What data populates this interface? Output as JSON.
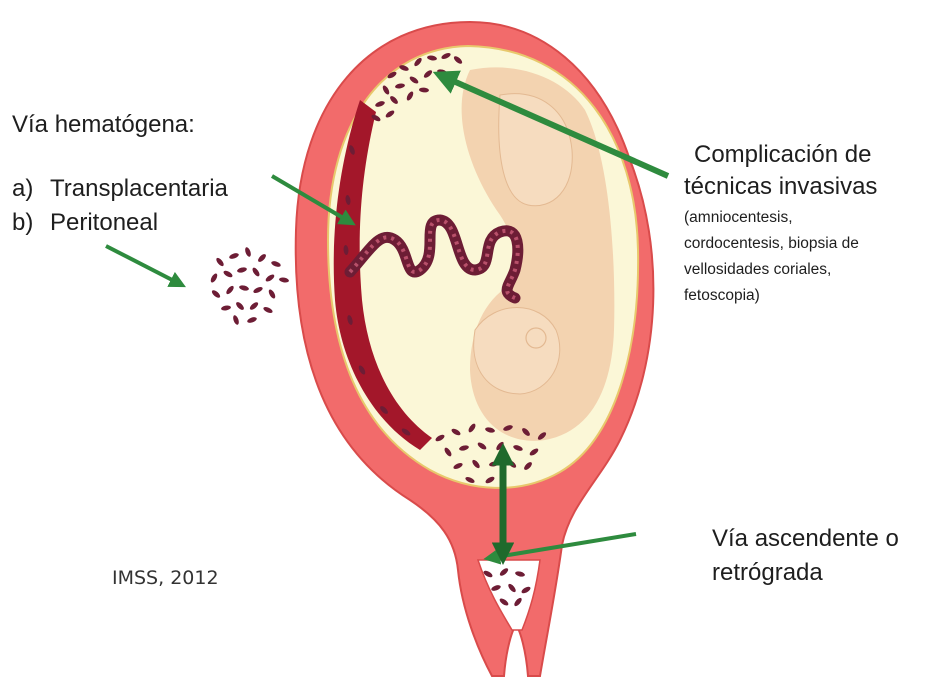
{
  "labels": {
    "hematogenous_title": "Vía hematógena:",
    "hematogenous_items": [
      {
        "marker": "a)",
        "text": "Transplacentaria"
      },
      {
        "marker": "b)",
        "text": "Peritoneal"
      }
    ],
    "invasive_title_line1": "Complicación de",
    "invasive_title_line2": "técnicas invasivas",
    "invasive_details": [
      "(amniocentesis,",
      "cordocentesis, biopsia de",
      "vellosidades coriales,",
      "fetoscopia)"
    ],
    "ascending_line1": "Vía ascendente o",
    "ascending_line2": "retrógrada",
    "credit": "IMSS, 2012"
  },
  "colors": {
    "uterine_wall": "#f26b6b",
    "uterine_wall_dark": "#d94b4b",
    "amniotic_cavity": "#fbf7d7",
    "fetus": "#f3d3b0",
    "fetus_shadow": "#e3b992",
    "placenta": "#a3172a",
    "bacteria": "#6d1d35",
    "arrow": "#2e8b3e",
    "arrow_dark": "#1f6a2c"
  },
  "icons": [
    "bacteria-cluster-icon",
    "green-arrow-icon"
  ]
}
